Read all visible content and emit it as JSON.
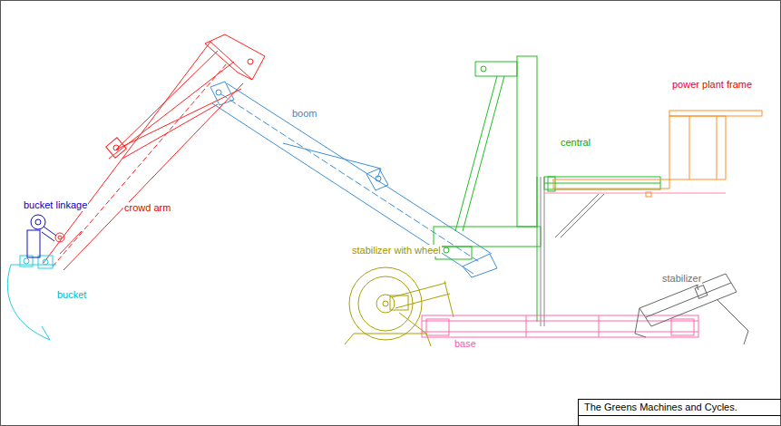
{
  "diagram": {
    "nodes": [
      {
        "text": [
          "The Greens Machines and Cycles."
        ]
      }
    ],
    "labels": [
      "bucket linkage",
      "crowd arm",
      "boom",
      "central",
      "power plant frame",
      "stabilizer with wheel",
      "stabilizer",
      "bucket",
      "base"
    ]
  }
}
